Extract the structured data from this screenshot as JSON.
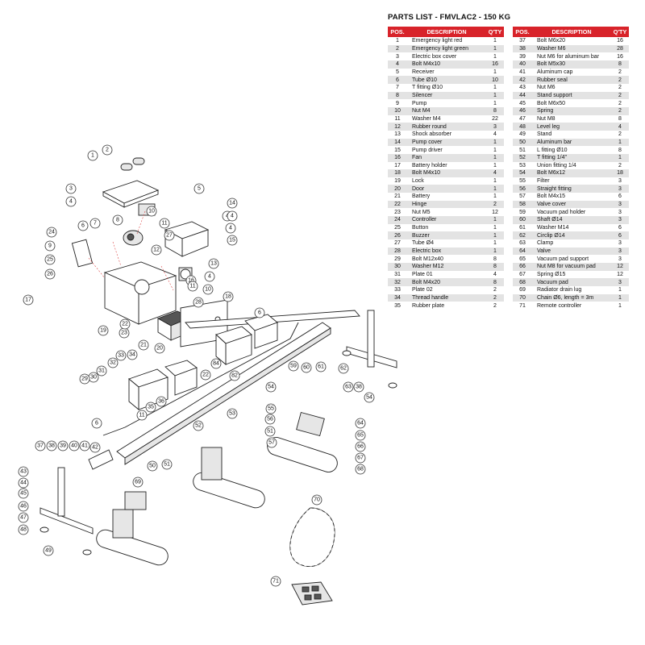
{
  "parts_list": {
    "title": "PARTS LIST - FMVLAC2 - 150 KG",
    "headers": {
      "pos": "POS.",
      "description": "DESCRIPTION",
      "qty": "Q'TY"
    },
    "left": [
      [
        "1",
        "Emergency light red",
        "1"
      ],
      [
        "2",
        "Emergency light green",
        "1"
      ],
      [
        "3",
        "Electric box cover",
        "1"
      ],
      [
        "4",
        "Bolt M4x10",
        "16"
      ],
      [
        "5",
        "Receiver",
        "1"
      ],
      [
        "6",
        "Tube Ø10",
        "10"
      ],
      [
        "7",
        "T fitting Ø10",
        "1"
      ],
      [
        "8",
        "Silencer",
        "1"
      ],
      [
        "9",
        "Pump",
        "1"
      ],
      [
        "10",
        "Nut M4",
        "8"
      ],
      [
        "11",
        "Washer M4",
        "22"
      ],
      [
        "12",
        "Rubber round",
        "3"
      ],
      [
        "13",
        "Shock absorber",
        "4"
      ],
      [
        "14",
        "Pump cover",
        "1"
      ],
      [
        "15",
        "Pump driver",
        "1"
      ],
      [
        "16",
        "Fan",
        "1"
      ],
      [
        "17",
        "Battery holder",
        "1"
      ],
      [
        "18",
        "Bolt M4x10",
        "4"
      ],
      [
        "19",
        "Lock",
        "1"
      ],
      [
        "20",
        "Door",
        "1"
      ],
      [
        "21",
        "Battery",
        "1"
      ],
      [
        "22",
        "Hinge",
        "2"
      ],
      [
        "23",
        "Nut M5",
        "12"
      ],
      [
        "24",
        "Controller",
        "1"
      ],
      [
        "25",
        "Button",
        "1"
      ],
      [
        "26",
        "Buzzer",
        "1"
      ],
      [
        "27",
        "Tube Ø4",
        "1"
      ],
      [
        "28",
        "Electric box",
        "1"
      ],
      [
        "29",
        "Bolt M12x40",
        "8"
      ],
      [
        "30",
        "Washer M12",
        "8"
      ],
      [
        "31",
        "Plate 01",
        "4"
      ],
      [
        "32",
        "Bolt M4x20",
        "8"
      ],
      [
        "33",
        "Plate 02",
        "2"
      ],
      [
        "34",
        "Thread handle",
        "2"
      ],
      [
        "35",
        "Rubber plate",
        "2"
      ]
    ],
    "right": [
      [
        "37",
        "Bolt M6x20",
        "16"
      ],
      [
        "38",
        "Washer M6",
        "28"
      ],
      [
        "39",
        "Nut M6 for aluminum bar",
        "16"
      ],
      [
        "40",
        "Bolt M5x30",
        "8"
      ],
      [
        "41",
        "Aluminum cap",
        "2"
      ],
      [
        "42",
        "Rubber seal",
        "2"
      ],
      [
        "43",
        "Nut M6",
        "2"
      ],
      [
        "44",
        "Stand support",
        "2"
      ],
      [
        "45",
        "Bolt M6x50",
        "2"
      ],
      [
        "46",
        "Spring",
        "2"
      ],
      [
        "47",
        "Nut M8",
        "8"
      ],
      [
        "48",
        "Level leg",
        "4"
      ],
      [
        "49",
        "Stand",
        "2"
      ],
      [
        "50",
        "Aluminum bar",
        "1"
      ],
      [
        "51",
        "L fitting Ø10",
        "8"
      ],
      [
        "52",
        "T fitting 1/4''",
        "1"
      ],
      [
        "53",
        "Union fitting 1/4",
        "2"
      ],
      [
        "54",
        "Bolt M6x12",
        "18"
      ],
      [
        "55",
        "Filter",
        "3"
      ],
      [
        "56",
        "Straight fitting",
        "3"
      ],
      [
        "57",
        "Bolt M4x15",
        "6"
      ],
      [
        "58",
        "Valve cover",
        "3"
      ],
      [
        "59",
        "Vacuum pad holder",
        "3"
      ],
      [
        "60",
        "Shaft Ø14",
        "3"
      ],
      [
        "61",
        "Washer M14",
        "6"
      ],
      [
        "62",
        "Circlip Ø14",
        "6"
      ],
      [
        "63",
        "Clamp",
        "3"
      ],
      [
        "64",
        "Valve",
        "3"
      ],
      [
        "65",
        "Vacuum pad support",
        "3"
      ],
      [
        "66",
        "Nut M8 for vacuum pad",
        "12"
      ],
      [
        "67",
        "Spring Ø15",
        "12"
      ],
      [
        "68",
        "Vacuum pad",
        "3"
      ],
      [
        "69",
        "Radiator drain lug",
        "1"
      ],
      [
        "70",
        "Chain Ø6, length = 3m",
        "1"
      ],
      [
        "71",
        "Remote controller",
        "1"
      ]
    ]
  },
  "callouts": [
    "1",
    "2",
    "3",
    "4",
    "5",
    "4",
    "10",
    "11",
    "14",
    "4",
    "4",
    "15",
    "24",
    "6",
    "7",
    "8",
    "9",
    "25",
    "26",
    "27",
    "12",
    "13",
    "4",
    "16",
    "11",
    "10",
    "17",
    "28",
    "18",
    "19",
    "23",
    "22",
    "21",
    "20",
    "6",
    "33",
    "34",
    "32",
    "31",
    "30",
    "29",
    "36",
    "35",
    "11",
    "84",
    "82",
    "22",
    "6",
    "53",
    "59",
    "60",
    "61",
    "62",
    "63",
    "38",
    "54",
    "54",
    "55",
    "56",
    "51",
    "57",
    "64",
    "65",
    "66",
    "67",
    "68",
    "52",
    "50",
    "51",
    "37",
    "38",
    "39",
    "40",
    "41",
    "42",
    "43",
    "44",
    "45",
    "46",
    "47",
    "48",
    "49",
    "69",
    "70",
    "71"
  ],
  "colors": {
    "table_header": "#d8232a",
    "row_stripe": "#e3e3e3",
    "leader_dash": "#dd4444"
  }
}
